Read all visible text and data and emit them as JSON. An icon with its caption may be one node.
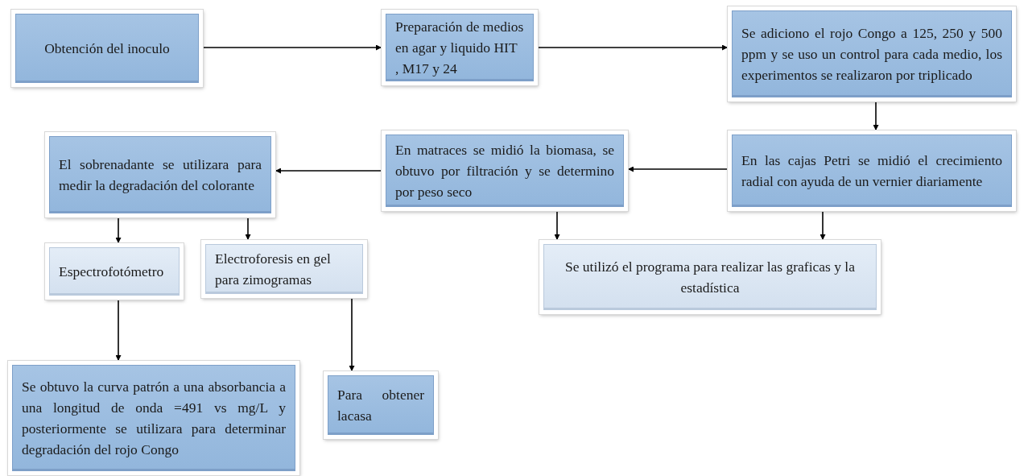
{
  "diagram": {
    "nodes": [
      {
        "text": [
          "Obtención del inoculo"
        ]
      },
      {
        "text": [
          "Preparación de medios en agar y liquido HIT , M17 y 24"
        ]
      },
      {
        "text": [
          "Se adiciono el rojo Congo a 125, 250 y 500 ppm y se uso un control para cada medio, los experimentos se realizaron por triplicado"
        ]
      },
      {
        "text": [
          "En las cajas Petri se midió el crecimiento radial con ayuda de un vernier diariamente"
        ]
      },
      {
        "text": [
          "En matraces se midió la biomasa, se obtuvo por filtración y se determino por peso seco"
        ]
      },
      {
        "text": [
          "El sobrenadante se utilizara para medir la degradación del colorante"
        ]
      },
      {
        "text": [
          "Espectrofotómetro"
        ]
      },
      {
        "text": [
          "Electroforesis en gel para zimogramas"
        ]
      },
      {
        "text": [
          "Se utilizó el programa para realizar las graficas y la estadística"
        ]
      },
      {
        "text": [
          "Se obtuvo la curva patrón a una absorbancia a una longitud de onda =491 vs mg/L y posteriormente se utilizara para determinar degradación del rojo Congo"
        ]
      },
      {
        "text": [
          "Para obtener lacasa"
        ]
      }
    ],
    "edges": [
      {
        "from": 0,
        "to": 1,
        "arrow": "to"
      },
      {
        "from": 1,
        "to": 2,
        "arrow": "to"
      },
      {
        "from": 2,
        "to": 3,
        "arrow": "to"
      },
      {
        "from": 3,
        "to": 4,
        "arrow": "to"
      },
      {
        "from": 4,
        "to": 5,
        "arrow": "to"
      },
      {
        "from": 5,
        "to": 6,
        "arrow": "to"
      },
      {
        "from": 5,
        "to": 7,
        "arrow": "to"
      },
      {
        "from": 4,
        "to": 8,
        "arrow": "to"
      },
      {
        "from": 3,
        "to": 8,
        "arrow": "to"
      },
      {
        "from": 6,
        "to": 9,
        "arrow": "to"
      },
      {
        "from": 7,
        "to": 10,
        "arrow": "to"
      }
    ]
  }
}
